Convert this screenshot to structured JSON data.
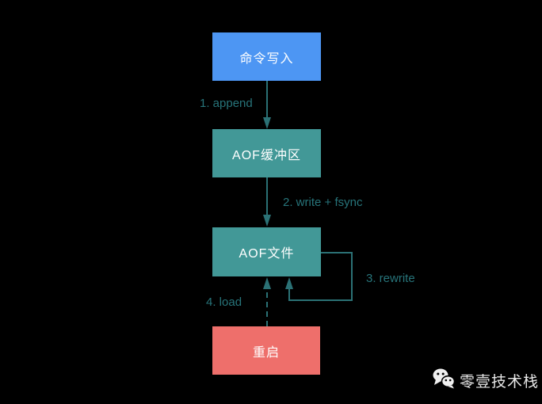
{
  "nodes": [
    {
      "id": "command-write",
      "label": "命令写入",
      "color": "#4d96f3"
    },
    {
      "id": "aof-buffer",
      "label": "AOF缓冲区",
      "color": "#429897"
    },
    {
      "id": "aof-file",
      "label": "AOF文件",
      "color": "#429897"
    },
    {
      "id": "restart",
      "label": "重启",
      "color": "#ee6f6b"
    }
  ],
  "edges": [
    {
      "id": "append",
      "label": "1. append",
      "style": "solid",
      "from": "command-write",
      "to": "aof-buffer"
    },
    {
      "id": "write-fsync",
      "label": "2. write + fsync",
      "style": "solid",
      "from": "aof-buffer",
      "to": "aof-file"
    },
    {
      "id": "rewrite",
      "label": "3. rewrite",
      "style": "solid-loop",
      "from": "aof-file",
      "to": "aof-file"
    },
    {
      "id": "load",
      "label": "4. load",
      "style": "dashed",
      "from": "restart",
      "to": "aof-file"
    }
  ],
  "colors": {
    "background": "#000000",
    "connector": "#2b7175",
    "edge_label": "#27747a",
    "node_text": "#ffffff",
    "watermark": "#e8e8e8"
  },
  "watermark": {
    "icon": "wechat-icon",
    "text": "零壹技术栈"
  }
}
